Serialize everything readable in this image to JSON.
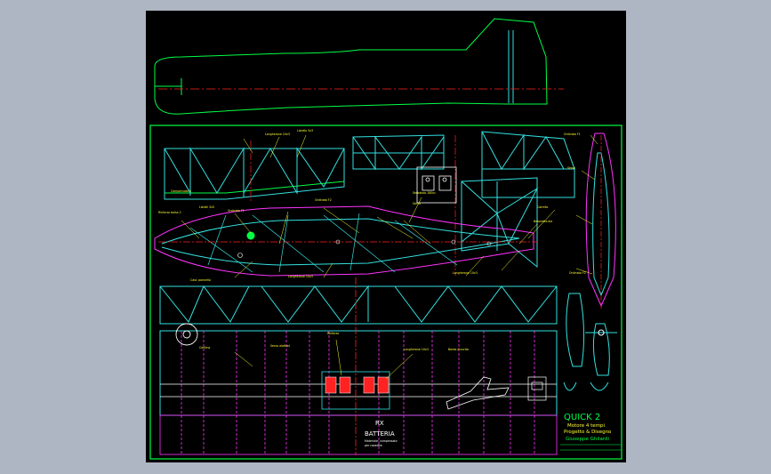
{
  "drawing": {
    "colors": {
      "viewer_bg": "#aeb6c3",
      "sheet_bg": "#000000",
      "frame": "#00ff44",
      "structure": "#33e0e0",
      "spars": "#ff33ff",
      "centerline": "#ff2222",
      "labels": "#ffff33",
      "text": "#ffffff"
    },
    "title_block": {
      "title": "QUICK 2",
      "line1": "Motore 4 tempi",
      "line2": "Progetto & Disegno",
      "author": "Giuseppe Ghilardi"
    },
    "center_text": {
      "rx": "RX",
      "battery": "BATTERIA",
      "note1": "Materiale: compensato",
      "note2": "per cassetta"
    },
    "labels": {
      "tail_top": "Longherone 10x3",
      "tail_top2": "Listello 5x3",
      "wing_a": "Rinforzo balsa 2",
      "wing_b": "Listelli 5x5",
      "wing_c": "Compensato 2",
      "wing_d": "Ordinata F1",
      "wing_e": "Ordinata F2",
      "wing_f": "Serbatoio 180cc",
      "wing_g": "Servo",
      "wing_h": "Carrello",
      "wing_i": "Baionetta ala",
      "rib_1": "Cast. pannello",
      "rib_2": "Longherone 10x3",
      "bay_1": "Centina",
      "bay_2": "Servo alettoni",
      "bay_3": "Rinforzo",
      "bay_4": "Longherone 10x3",
      "bay_5": "Bordo d'uscita"
    }
  }
}
